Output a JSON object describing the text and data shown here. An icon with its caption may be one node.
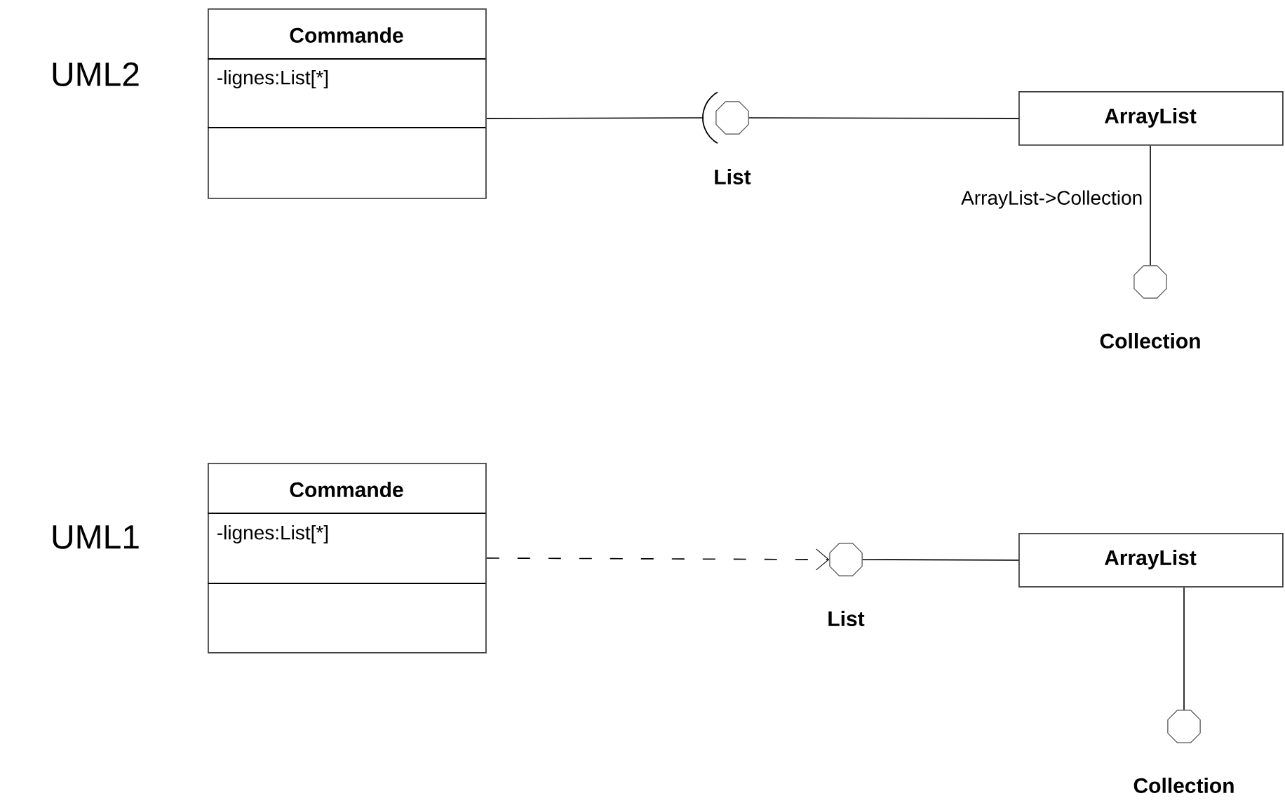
{
  "diagram": {
    "nodes": [
      {
        "text": [
          "Commande",
          "-lignes:List[*]"
        ]
      },
      {
        "text": [
          "List"
        ]
      },
      {
        "text": [
          "ArrayList"
        ]
      },
      {
        "text": [
          "Collection"
        ]
      },
      {
        "text": [
          "Commande",
          "-lignes:List[*]"
        ]
      },
      {
        "text": [
          "List"
        ]
      },
      {
        "text": [
          "ArrayList"
        ]
      },
      {
        "text": [
          "Collection"
        ]
      }
    ],
    "edges": [
      {
        "from": 0,
        "to": 1,
        "arrow": "none"
      },
      {
        "from": 1,
        "to": 2,
        "arrow": "none"
      },
      {
        "from": 2,
        "to": 3,
        "arrow": "none",
        "label": "ArrayList->Collection"
      },
      {
        "from": 4,
        "to": 5,
        "arrow": "to",
        "style": "dashed"
      },
      {
        "from": 5,
        "to": 6,
        "arrow": "none"
      },
      {
        "from": 6,
        "to": 7,
        "arrow": "none"
      }
    ],
    "labels": [
      "UML2",
      "UML1"
    ]
  }
}
